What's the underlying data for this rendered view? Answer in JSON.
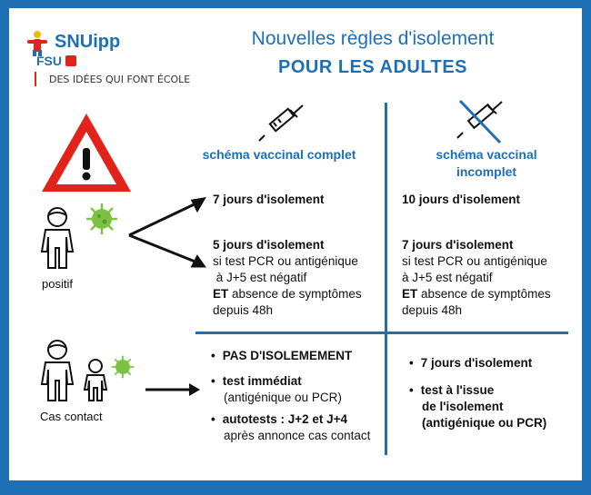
{
  "logo": {
    "name": "SNUipp",
    "fsu": "FSU",
    "tagline": "DES IDÉES QUI FONT ÉCOLE"
  },
  "title": {
    "line1": "Nouvelles règles d'isolement",
    "line2": "POUR LES ADULTES"
  },
  "columns": {
    "complete": "schéma vaccinal complet",
    "incomplete_l1": "schéma vaccinal",
    "incomplete_l2": "incomplet"
  },
  "positive": {
    "label": "positif",
    "complete": {
      "r1": "7 jours  d'isolement",
      "r2_title": "5 jours  d'isolement",
      "r2_l1": "si test PCR ou antigénique",
      "r2_l2": " à J+5 est négatif",
      "r2_et": "ET",
      "r2_l3": " absence de symptômes",
      "r2_l4": "depuis 48h"
    },
    "incomplete": {
      "r1": "10  jours  d'isolement",
      "r2_title": "7 jours  d'isolement",
      "r2_l1": "si test PCR ou antigénique",
      "r2_l2": "à J+5 est négatif",
      "r2_et": "ET",
      "r2_l3": " absence de symptômes",
      "r2_l4": "depuis 48h"
    }
  },
  "contact": {
    "label": "Cas contact",
    "complete": {
      "b1": "PAS D'ISOLEMEMENT",
      "b2": "test immédiat",
      "b2_sub": "(antigénique ou PCR)",
      "b3": "autotests : J+2 et J+4",
      "b3_sub": "après annonce cas contact"
    },
    "incomplete": {
      "b1": "7 jours  d'isolement",
      "b2_l1": "test à l'issue",
      "b2_l2": "de l'isolement",
      "b2_l3": "(antigénique ou PCR)"
    }
  },
  "colors": {
    "blue": "#1f6fb5",
    "warning_red": "#e2231a",
    "virus_green": "#7cc242"
  }
}
